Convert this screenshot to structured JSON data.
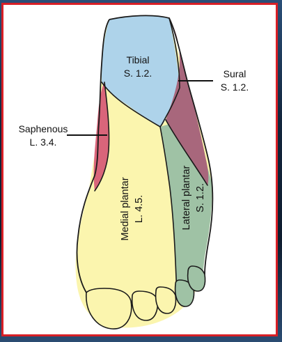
{
  "labels": {
    "tibial": {
      "name": "Tibial",
      "roots": "S. 1.2."
    },
    "sural": {
      "name": "Sural",
      "roots": "S. 1.2."
    },
    "saphenous": {
      "name": "Saphenous",
      "roots": "L. 3.4."
    },
    "medial_plantar": {
      "name": "Medial plantar",
      "roots": "L. 4.5."
    },
    "lateral_plantar": {
      "name": "Lateral plantar",
      "roots": "S. 1.2."
    }
  },
  "colors": {
    "tibial": "#aed3ea",
    "sural": "#a8677c",
    "saphenous": "#d9657a",
    "medial_plantar": "#fbf5ae",
    "lateral_plantar": "#9fc2a5",
    "outline": "#1a1a1a",
    "frame_border": "#d81f26",
    "frame_fill": "#ffffff"
  }
}
